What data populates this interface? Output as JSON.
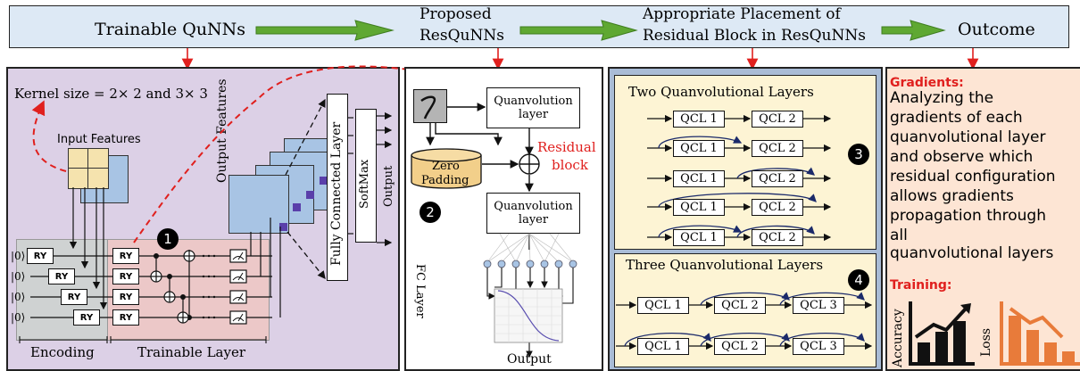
{
  "colors": {
    "banner_bg": "#dde9f5",
    "flow_arrow": "#5fa832",
    "red_accent": "#e0201e",
    "panel1_bg": "#dcd0e6",
    "encoding_bg": "#cfd2d2",
    "trainable_bg": "#ecc8c8",
    "panel3_bg": "#fdf4d4",
    "panel3_frame": "#a9bcd6",
    "panel4_bg": "#fde5d4",
    "feature_map": "#a8c4e4",
    "feature_dark": "#5a3faa",
    "zero_padding": "#f2cf8a"
  },
  "flow": {
    "step1": "Trainable QuNNs",
    "step2_line1": "Proposed",
    "step2_line2": "ResQuNNs",
    "step3_line1": "Appropriate Placement of",
    "step3_line2": "Residual Block in ResQuNNs",
    "step4": "Outcome"
  },
  "panel1": {
    "kernel_size": "Kernel size = 2× 2 and 3× 3",
    "input_features": "Input Features",
    "output_features": "Output Features",
    "fc_layer": "Fully Connected Layer",
    "softmax": "SoftMax",
    "output": "Output",
    "badge": "1",
    "kets": [
      "|0⟩",
      "|0⟩",
      "|0⟩",
      "|0⟩"
    ],
    "ry": "RY",
    "encoding": "Encoding",
    "trainable_layer": "Trainable Layer"
  },
  "panel2": {
    "quanv1_line1": "Quanvolution",
    "quanv1_line2": "layer",
    "zero_line1": "Zero",
    "zero_line2": "Padding",
    "residual_line1": "Residual",
    "residual_line2": "block",
    "badge": "2",
    "quanv2_line1": "Quanvolution",
    "quanv2_line2": "layer",
    "fc_layer": "FC Layer",
    "output": "Output"
  },
  "panel3": {
    "two_title": "Two Quanvolutional Layers",
    "three_title": "Three Quanvolutional Layers",
    "badge3": "3",
    "badge4": "4",
    "qcl1": "QCL 1",
    "qcl2": "QCL 2",
    "qcl3": "QCL 3"
  },
  "panel4": {
    "gradients_title": "Gradients:",
    "gradients_lines": [
      "Analyzing the",
      "gradients of each",
      "quanvolutional layer",
      "and observe which",
      "residual configuration",
      "allows gradients",
      "propagation through",
      "all",
      "quanvolutional layers"
    ],
    "training_title": "Training:",
    "accuracy": "Accuracy",
    "loss": "Loss"
  }
}
